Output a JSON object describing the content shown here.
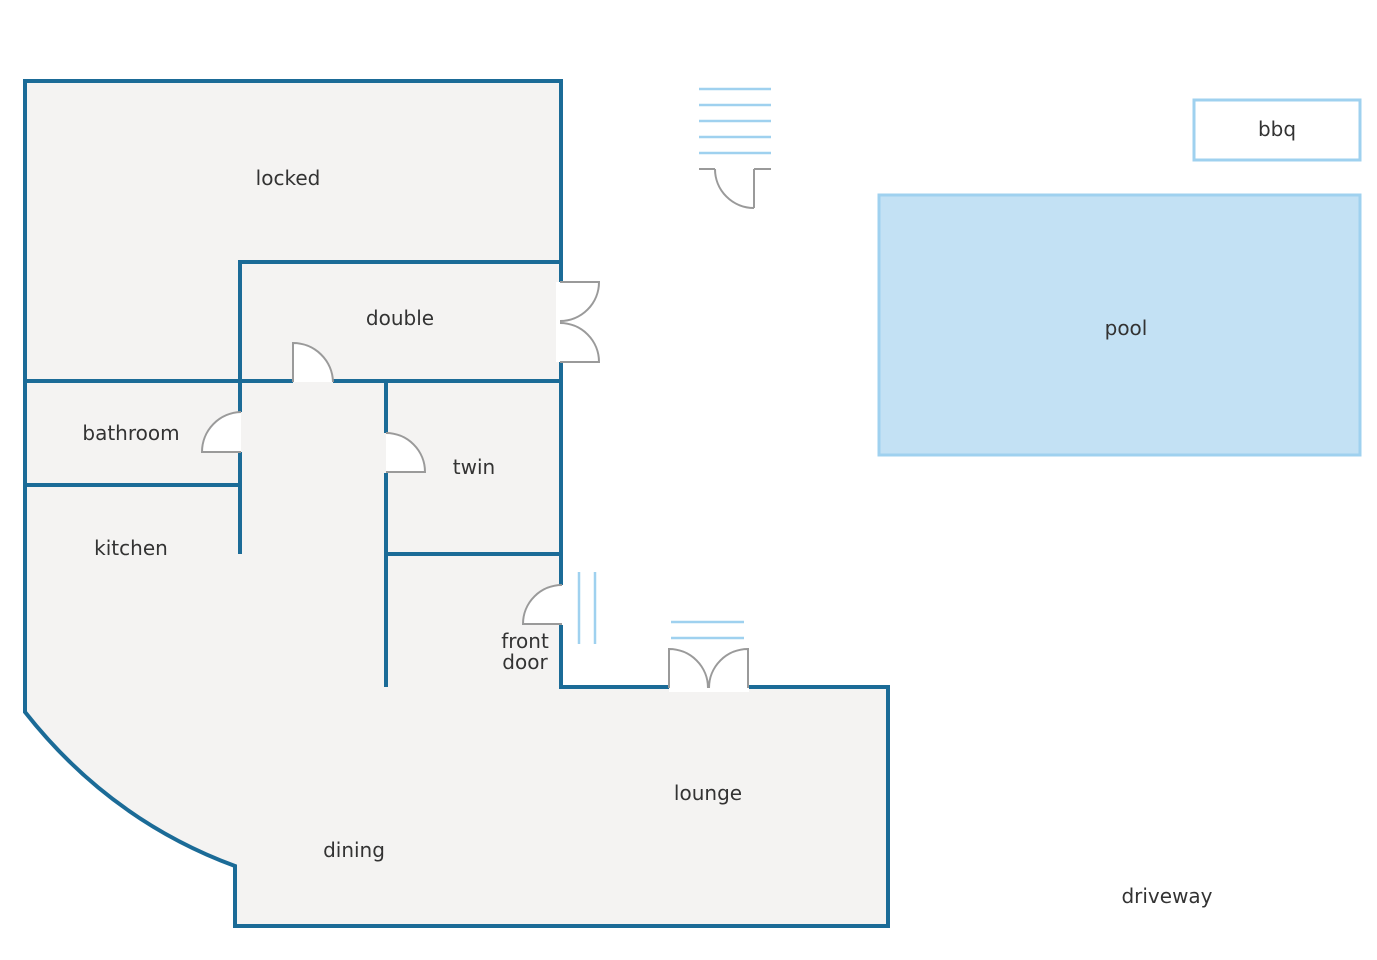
{
  "rooms": {
    "locked": "locked",
    "double": "double",
    "bathroom": "bathroom",
    "twin": "twin",
    "kitchen": "kitchen",
    "front_door_line1": "front",
    "front_door_line2": "door",
    "lounge": "lounge",
    "dining": "dining"
  },
  "outdoor": {
    "pool": "pool",
    "bbq": "bbq",
    "driveway": "driveway"
  },
  "colors": {
    "wall": "#1b6b97",
    "floor": "#f4f3f2",
    "water": "#c3e1f4",
    "steps": "#9fd1ef",
    "door": "#9a9a9a"
  }
}
